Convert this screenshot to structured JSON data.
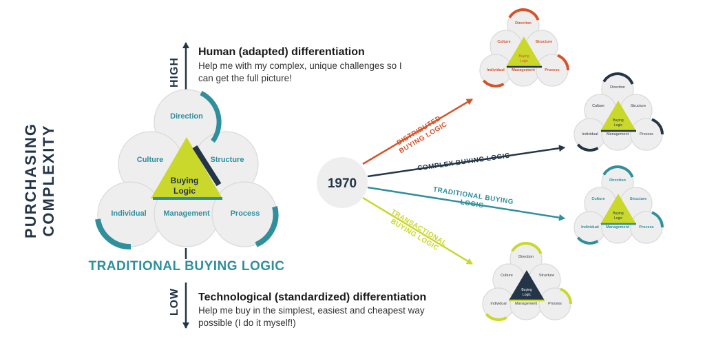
{
  "colors": {
    "teal": "#2f8f9d",
    "navy": "#233547",
    "orange": "#d4532b",
    "lime": "#c9d82a",
    "circle_fill": "#eeeeee"
  },
  "vertical_title": [
    "PURCHASING",
    "COMPLEXITY"
  ],
  "axis": {
    "high": "HIGH",
    "low": "LOW"
  },
  "top_text": {
    "heading": "Human (adapted) differentiation",
    "lines": [
      "Help me with my complex, unique challenges so I",
      "can get the full picture!"
    ]
  },
  "bottom_text": {
    "heading": "Technological (standardized) differentiation",
    "lines": [
      "Help me buy in the simplest, easiest and cheapest way",
      "possible (I do it myself!)"
    ]
  },
  "main_diagram": {
    "circles": [
      "Direction",
      "Culture",
      "Structure",
      "Individual",
      "Management",
      "Process"
    ],
    "triangle_lines": [
      "Buying",
      "Logic"
    ],
    "title": "TRADITIONAL BUYING LOGIC"
  },
  "hub_label": "1970",
  "branches": {
    "distributed": [
      "DISTRIBUTED",
      "BUYING LOGIC"
    ],
    "complex": "COMPLEX BUYING LOGIC",
    "traditional": [
      "TRADITIONAL BUYING",
      "LOGIC"
    ],
    "transactional": [
      "TRANSACTIONAL",
      "BUYING LOGIC"
    ]
  },
  "mini_diagrams": [
    {
      "circles": [
        "Direction",
        "Culture",
        "Structure",
        "Individual",
        "Management",
        "Process"
      ],
      "triangle_lines": [
        "Buying",
        "Logic"
      ]
    },
    {
      "circles": [
        "Direction",
        "Culture",
        "Structure",
        "Individual",
        "Management",
        "Process"
      ],
      "triangle_lines": [
        "Buying",
        "Logic"
      ]
    },
    {
      "circles": [
        "Direction",
        "Culture",
        "Structure",
        "Individual",
        "Management",
        "Process"
      ],
      "triangle_lines": [
        "Buying",
        "Logic"
      ]
    },
    {
      "circles": [
        "Direction",
        "Culture",
        "Structure",
        "Individual",
        "Management",
        "Process"
      ],
      "triangle_lines": [
        "Buying",
        "Logic"
      ]
    }
  ]
}
